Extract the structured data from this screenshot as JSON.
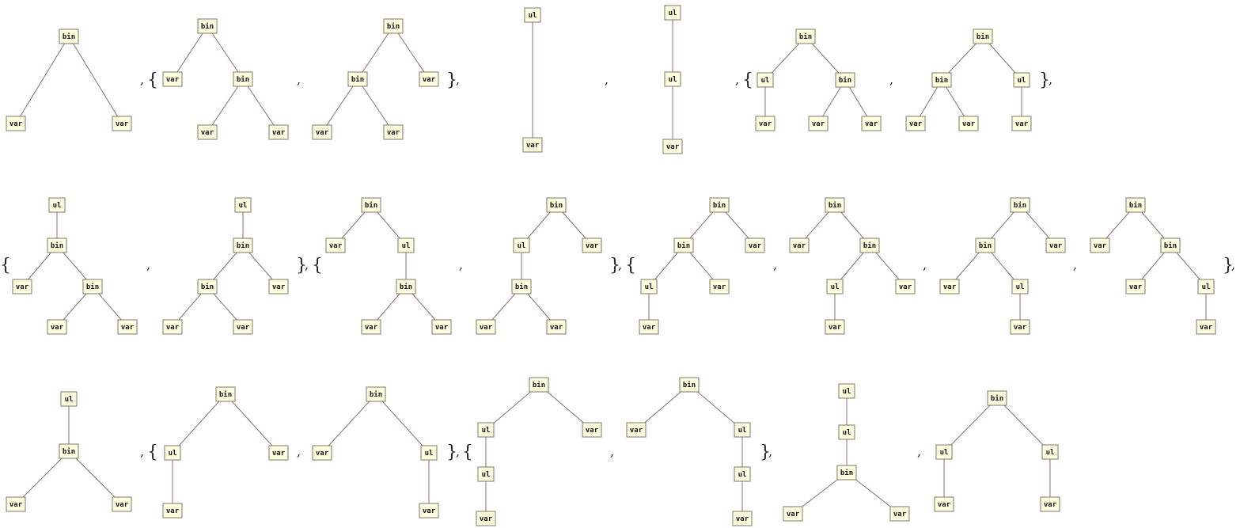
{
  "labels": {
    "bin": "bin",
    "ul": "ul",
    "var": "var"
  },
  "punctuation": {
    "comma": ",",
    "open_brace": "{",
    "close_brace": "}",
    "close_brace_comma": "},",
    "comma_open_brace": ",{"
  },
  "trees": [
    "bin(var,var)",
    "bin(var,bin(var,var))",
    "bin(bin(var,var),var)",
    "ul(var)",
    "ul(ul(var))",
    "bin(ul(var),bin(var,var))",
    "bin(bin(var,var),ul(var))",
    "ul(bin(var,bin(var,var)))",
    "ul(bin(bin(var,var),var))",
    "bin(var,ul(bin(var,var)))",
    "bin(ul(bin(var,var)),var)",
    "bin(bin(ul(var),var),var)",
    "bin(var,bin(ul(var),var))",
    "bin(bin(var,ul(var)),var)",
    "bin(var,bin(var,ul(var)))",
    "ul(bin(var,var))",
    "bin(ul(var),var)",
    "bin(var,ul(var))",
    "bin(ul(ul(var)),var)",
    "bin(var,ul(ul(var)))",
    "ul(ul(bin(var,var)))",
    "bin(ul(var),ul(var))"
  ]
}
